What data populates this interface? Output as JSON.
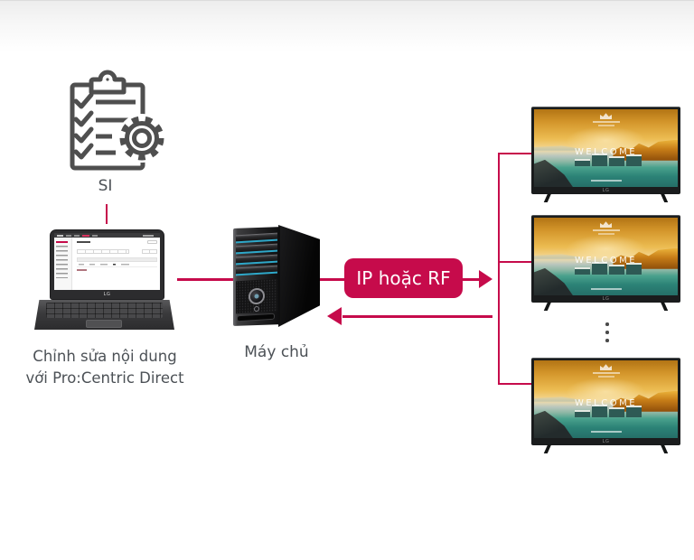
{
  "colors": {
    "accent_red": "#C60B4B",
    "label_gray": "#4C5156",
    "icon_stroke": "#4F4F4F",
    "bay_cyan": "#2EA8C9"
  },
  "si": {
    "label": "SI",
    "icon": "clipboard-checklist-gear-icon"
  },
  "laptop": {
    "caption_line1": "Chỉnh sửa nội dung",
    "caption_line2": "với Pro:Centric Direct",
    "bezel_logo": "LG"
  },
  "server": {
    "label": "Máy chủ"
  },
  "flow": {
    "badge_label": "IP hoặc RF"
  },
  "tvs": {
    "count": 3,
    "welcome_text": "WELCOME",
    "bezel_logo": "LG"
  }
}
